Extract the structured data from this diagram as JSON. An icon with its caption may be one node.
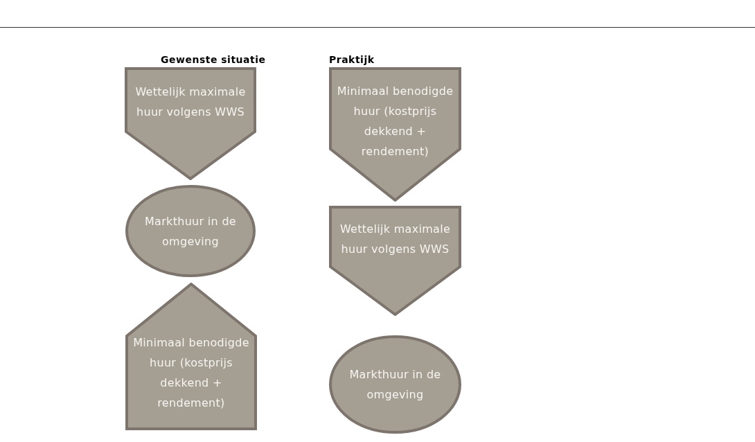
{
  "diagram": {
    "nodes": [
      {
        "text": [
          "Wettelijk maximale huur volgens WWS"
        ]
      },
      {
        "text": [
          "Markthuur in de omgeving"
        ]
      },
      {
        "text": [
          "Minimaal benodigde huur (kostprijs dekkend + rendement)"
        ]
      },
      {
        "text": [
          "Minimaal benodigde huur (kostprijs dekkend + rendement)"
        ]
      },
      {
        "text": [
          "Wettelijk maximale huur volgens WWS"
        ]
      },
      {
        "text": [
          "Markthuur in de omgeving"
        ]
      }
    ],
    "edges": [],
    "labels": [
      "Gewenste situatie",
      "Praktijk"
    ]
  }
}
